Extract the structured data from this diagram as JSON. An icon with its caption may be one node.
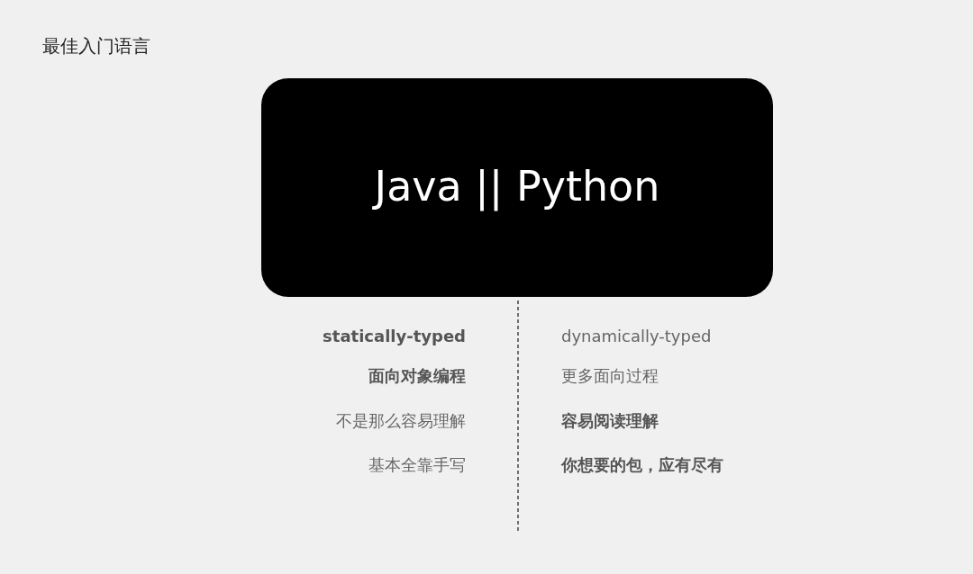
{
  "diagram": {
    "title": "最佳入门语言",
    "nodes": [
      {
        "text": [
          "Java || Python"
        ]
      }
    ],
    "labels": [
      "statically-typed",
      "dynamically-typed",
      "面向对象编程",
      "更多面向过程",
      "不是那么容易理解",
      "容易阅读理解",
      "基本全靠手写",
      "你想要的包，应有尽有"
    ]
  }
}
